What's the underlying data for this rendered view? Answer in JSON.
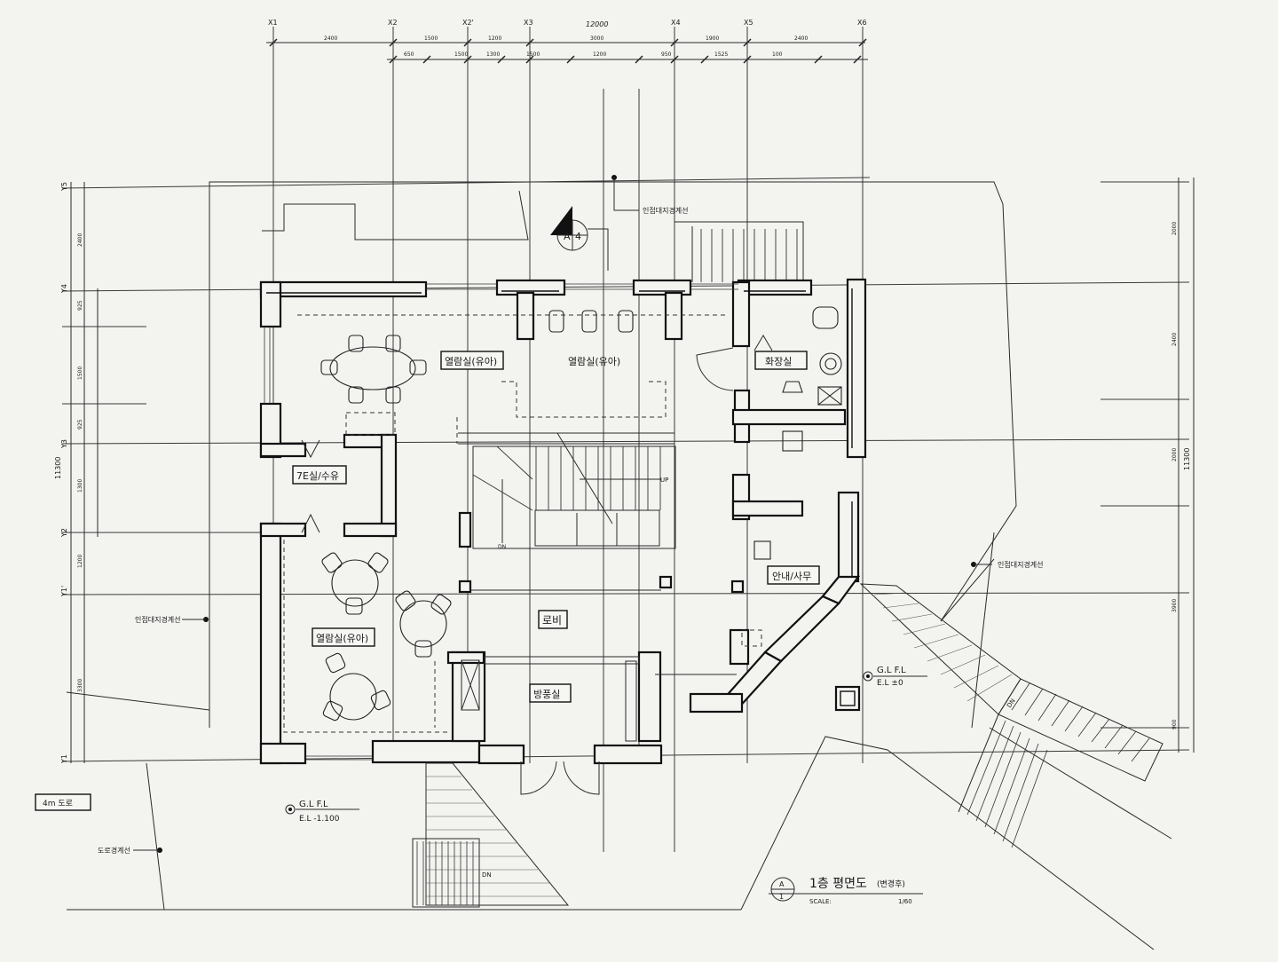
{
  "drawing": {
    "title": "1층 평면도",
    "title_suffix": "(변경후)",
    "scale_label": "SCALE:",
    "scale_value": "1/60",
    "ref_mark_top": "A",
    "ref_mark_bottom": "1"
  },
  "section_mark": {
    "letter": "A",
    "number": "4"
  },
  "grid": {
    "x_labels": [
      "X1",
      "X2",
      "X2'",
      "X3",
      "X4",
      "X5",
      "X6"
    ],
    "y_labels": [
      "Y5",
      "Y4",
      "Y3",
      "Y2",
      "Y1'",
      "Y1"
    ],
    "top_dims_row1": [
      "2400",
      "1500",
      "1200",
      "3000",
      "1900",
      "2400"
    ],
    "top_dims_center": "12000",
    "top_dims_row2": [
      "650",
      "1500",
      "1300",
      "1500",
      "1200",
      "950",
      "1525",
      "100"
    ],
    "left_dims": [
      "2400",
      "925",
      "1500",
      "925",
      "1300",
      "1200",
      "3300"
    ],
    "left_total": "11300",
    "right_dims": [
      "2000",
      "2400",
      "2000",
      "3900",
      "900"
    ],
    "right_total": "11300"
  },
  "rooms": {
    "reading_infant_top": "열람실(유아)",
    "reading_child_top": "열람실(유아)",
    "reading_infant_bottom": "열람실(유아)",
    "lobby": "로비",
    "broadcast": "방풍실",
    "restroom": "화장실",
    "info": "안내/사무",
    "storage": "7E실/수유"
  },
  "annotations": {
    "boundary_top": "인접대지경계선",
    "boundary_right": "인접대지경계선",
    "boundary_left": "인접대지경계선",
    "road_boundary": "도로경계선",
    "road_width": "4m 도로",
    "stair_up": "UP",
    "stair_dn": "DN",
    "ext_stair_dn": "DN",
    "front_stair_dn": "DN"
  },
  "levels": {
    "left_gl": "G.L  F.L",
    "left_el": "E.L  -1.100",
    "right_gl": "G.L  F.L",
    "right_el": "E.L      ±0"
  }
}
